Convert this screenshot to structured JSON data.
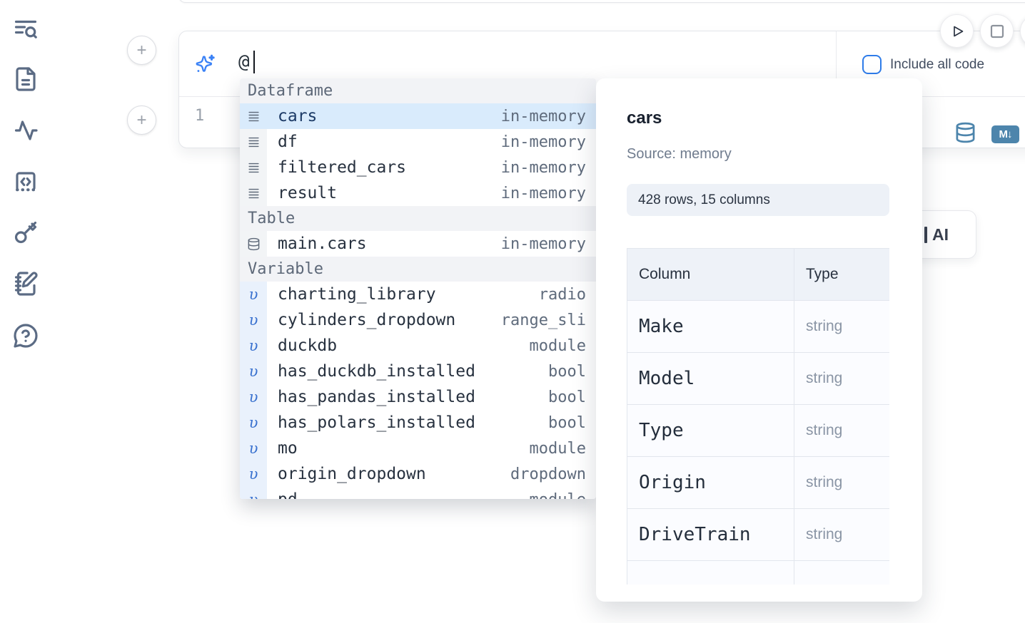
{
  "colors": {
    "accent_blue": "#3b82f6",
    "checkbox_blue": "#2e7ce9",
    "selection_bg": "#d9ebfc",
    "steel_blue_icon": "#4d85ac",
    "sidebar_icon": "#5b6b84"
  },
  "sidebar": {
    "items": [
      {
        "icon": "list-search-icon"
      },
      {
        "icon": "file-text-icon"
      },
      {
        "icon": "activity-icon"
      },
      {
        "icon": "code-cell-icon"
      },
      {
        "icon": "key-icon"
      },
      {
        "icon": "notebook-pen-icon"
      },
      {
        "icon": "help-bubble-icon"
      }
    ]
  },
  "run_controls": {
    "play_icon": "play-icon",
    "stop_icon": "stop-icon"
  },
  "prompt_cell": {
    "add_button_label": "+",
    "prompt_value": "@",
    "include_all_code_label": "Include all code",
    "include_all_code_checked": false,
    "line_number": "1",
    "markdown_badge_label": "M↓"
  },
  "ai_button": {
    "label": "AI"
  },
  "autocomplete": {
    "sections": [
      {
        "label": "Dataframe",
        "icon": "rows-icon",
        "gutter": "gray",
        "items": [
          {
            "name": "cars",
            "type": "in-memory",
            "selected": true
          },
          {
            "name": "df",
            "type": "in-memory",
            "selected": false
          },
          {
            "name": "filtered_cars",
            "type": "in-memory",
            "selected": false
          },
          {
            "name": "result",
            "type": "in-memory",
            "selected": false
          }
        ]
      },
      {
        "label": "Table",
        "icon": "database-icon",
        "gutter": "gray",
        "items": [
          {
            "name": "main.cars",
            "type": "in-memory",
            "selected": false
          }
        ]
      },
      {
        "label": "Variable",
        "icon": "variable-icon",
        "gutter": "blue",
        "items": [
          {
            "name": "charting_library",
            "type": "radio",
            "selected": false
          },
          {
            "name": "cylinders_dropdown",
            "type": "range_sli",
            "selected": false
          },
          {
            "name": "duckdb",
            "type": "module",
            "selected": false
          },
          {
            "name": "has_duckdb_installed",
            "type": "bool",
            "selected": false
          },
          {
            "name": "has_pandas_installed",
            "type": "bool",
            "selected": false
          },
          {
            "name": "has_polars_installed",
            "type": "bool",
            "selected": false
          },
          {
            "name": "mo",
            "type": "module",
            "selected": false
          },
          {
            "name": "origin_dropdown",
            "type": "dropdown",
            "selected": false
          },
          {
            "name": "pd",
            "type": "module",
            "selected": false
          }
        ]
      }
    ]
  },
  "preview": {
    "title": "cars",
    "source": "Source: memory",
    "summary": "428 rows, 15 columns",
    "table": {
      "headers": [
        "Column",
        "Type"
      ],
      "rows": [
        [
          "Make",
          "string"
        ],
        [
          "Model",
          "string"
        ],
        [
          "Type",
          "string"
        ],
        [
          "Origin",
          "string"
        ],
        [
          "DriveTrain",
          "string"
        ]
      ]
    }
  }
}
